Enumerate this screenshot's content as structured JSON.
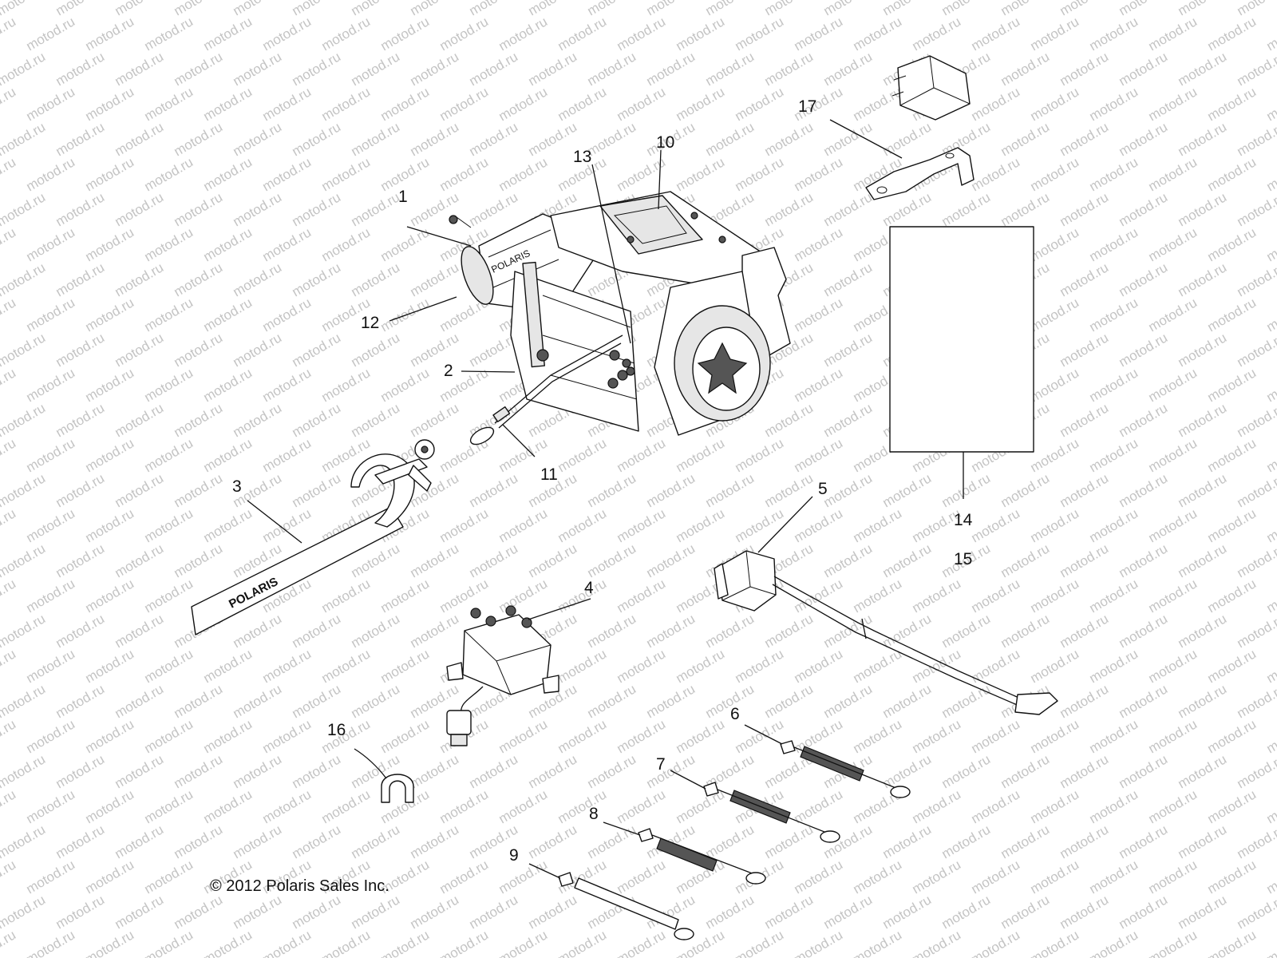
{
  "watermark": "motod.ru",
  "copyright": "© 2012 Polaris Sales Inc.",
  "callouts": {
    "c1": "1",
    "c2": "2",
    "c3": "3",
    "c4": "4",
    "c5": "5",
    "c6": "6",
    "c7": "7",
    "c8": "8",
    "c9": "9",
    "c10": "10",
    "c11": "11",
    "c12": "12",
    "c13": "13",
    "c14": "14",
    "c15": "15",
    "c16": "16",
    "c17": "17"
  },
  "brand_marks": {
    "strap_logo": "POLARIS",
    "motor_logo": "POLARIS"
  },
  "colors": {
    "line": "#111111",
    "watermark": "#c4c4c4",
    "background": "#ffffff"
  }
}
